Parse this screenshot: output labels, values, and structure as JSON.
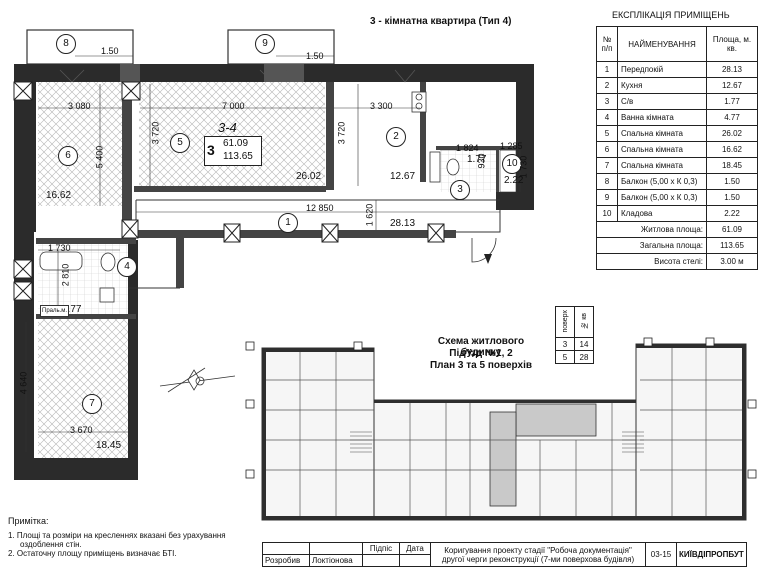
{
  "plan": {
    "title": "3 - кімнатна квартира  (Тип 4)",
    "apartment": {
      "code": "3-4",
      "rooms": "3",
      "living": "61.09",
      "total": "113.65"
    },
    "balcony_markers": [
      "8",
      "9"
    ],
    "balcony_sizes": [
      "1.50",
      "1.50"
    ],
    "room_markers": [
      "1",
      "2",
      "3",
      "4",
      "5",
      "6",
      "7",
      "10"
    ],
    "dimensions": {
      "d3080": "3 080",
      "d7000": "7 000",
      "d3300": "3 300",
      "d3720a": "3 720",
      "d3720b": "3 720",
      "d5400": "5 400",
      "d12850": "12 850",
      "d1620": "1 620",
      "d1730a": "1 730",
      "d2810": "2 810",
      "d1824": "1 824",
      "d1285": "1 285",
      "d930": "930",
      "d1730b": "1 730",
      "d4640": "4 640",
      "d3670": "3 670"
    },
    "areas": {
      "a6": "16.62",
      "a5": "26.02",
      "a2": "12.67",
      "a1": "28.13",
      "a3": "1.77",
      "a10": "2.22",
      "a4": "4.77",
      "a7": "18.45"
    },
    "washer_label": "Праль.м."
  },
  "explication": {
    "title": "ЕКСПЛІКАЦІЯ ПРИМІЩЕНЬ",
    "header": {
      "num": "№ п/п",
      "name": "НАЙМЕНУВАННЯ",
      "area": "Площа, м. кв."
    },
    "rows": [
      {
        "num": "1",
        "name": "Передпокій",
        "area": "28.13"
      },
      {
        "num": "2",
        "name": "Кухня",
        "area": "12.67"
      },
      {
        "num": "3",
        "name": "С/в",
        "area": "1.77"
      },
      {
        "num": "4",
        "name": "Ванна кімната",
        "area": "4.77"
      },
      {
        "num": "5",
        "name": "Спальна кімната",
        "area": "26.02"
      },
      {
        "num": "6",
        "name": "Спальна кімната",
        "area": "16.62"
      },
      {
        "num": "7",
        "name": "Спальна кімната",
        "area": "18.45"
      },
      {
        "num": "8",
        "name": "Балкон (5,00 х К 0,3)",
        "area": "1.50"
      },
      {
        "num": "9",
        "name": "Балкон (5,00 х К 0,3)",
        "area": "1.50"
      },
      {
        "num": "10",
        "name": "Кладова",
        "area": "2.22"
      }
    ],
    "living_label": "Житлова площа:",
    "living_value": "61.09",
    "total_label": "Загальна площа:",
    "total_value": "113.65",
    "height_label": "Висота стелі:",
    "height_value": "3.00 м"
  },
  "scheme": {
    "title_line1": "Схема житлового будинку",
    "title_line2": "Під'їзд №1, 2",
    "title_line3": "План 3 та 5 поверхів",
    "floors_header": {
      "floor": "поверх",
      "apt": "№ кв"
    },
    "floors": [
      {
        "floor": "3",
        "apt": "14"
      },
      {
        "floor": "5",
        "apt": "28"
      }
    ]
  },
  "notes": {
    "title": "Примітка:",
    "items": [
      "1. Площі та розміри на кресленнях вказані без урахування",
      "оздоблення стін.",
      "2. Остаточну площу приміщень визначає БТІ."
    ]
  },
  "title_block": {
    "sign_label": "Підпіс",
    "date_label": "Дата",
    "role": "Розробив",
    "person": "Локтіонова",
    "description_line1": "Коригування проекту стадії \"Робоча документація\"",
    "description_line2": "другої черги реконструкції (7-ми поверхова будівля)",
    "sheet": "03-15",
    "org": "КИЇВДІПРОПБУТ"
  }
}
